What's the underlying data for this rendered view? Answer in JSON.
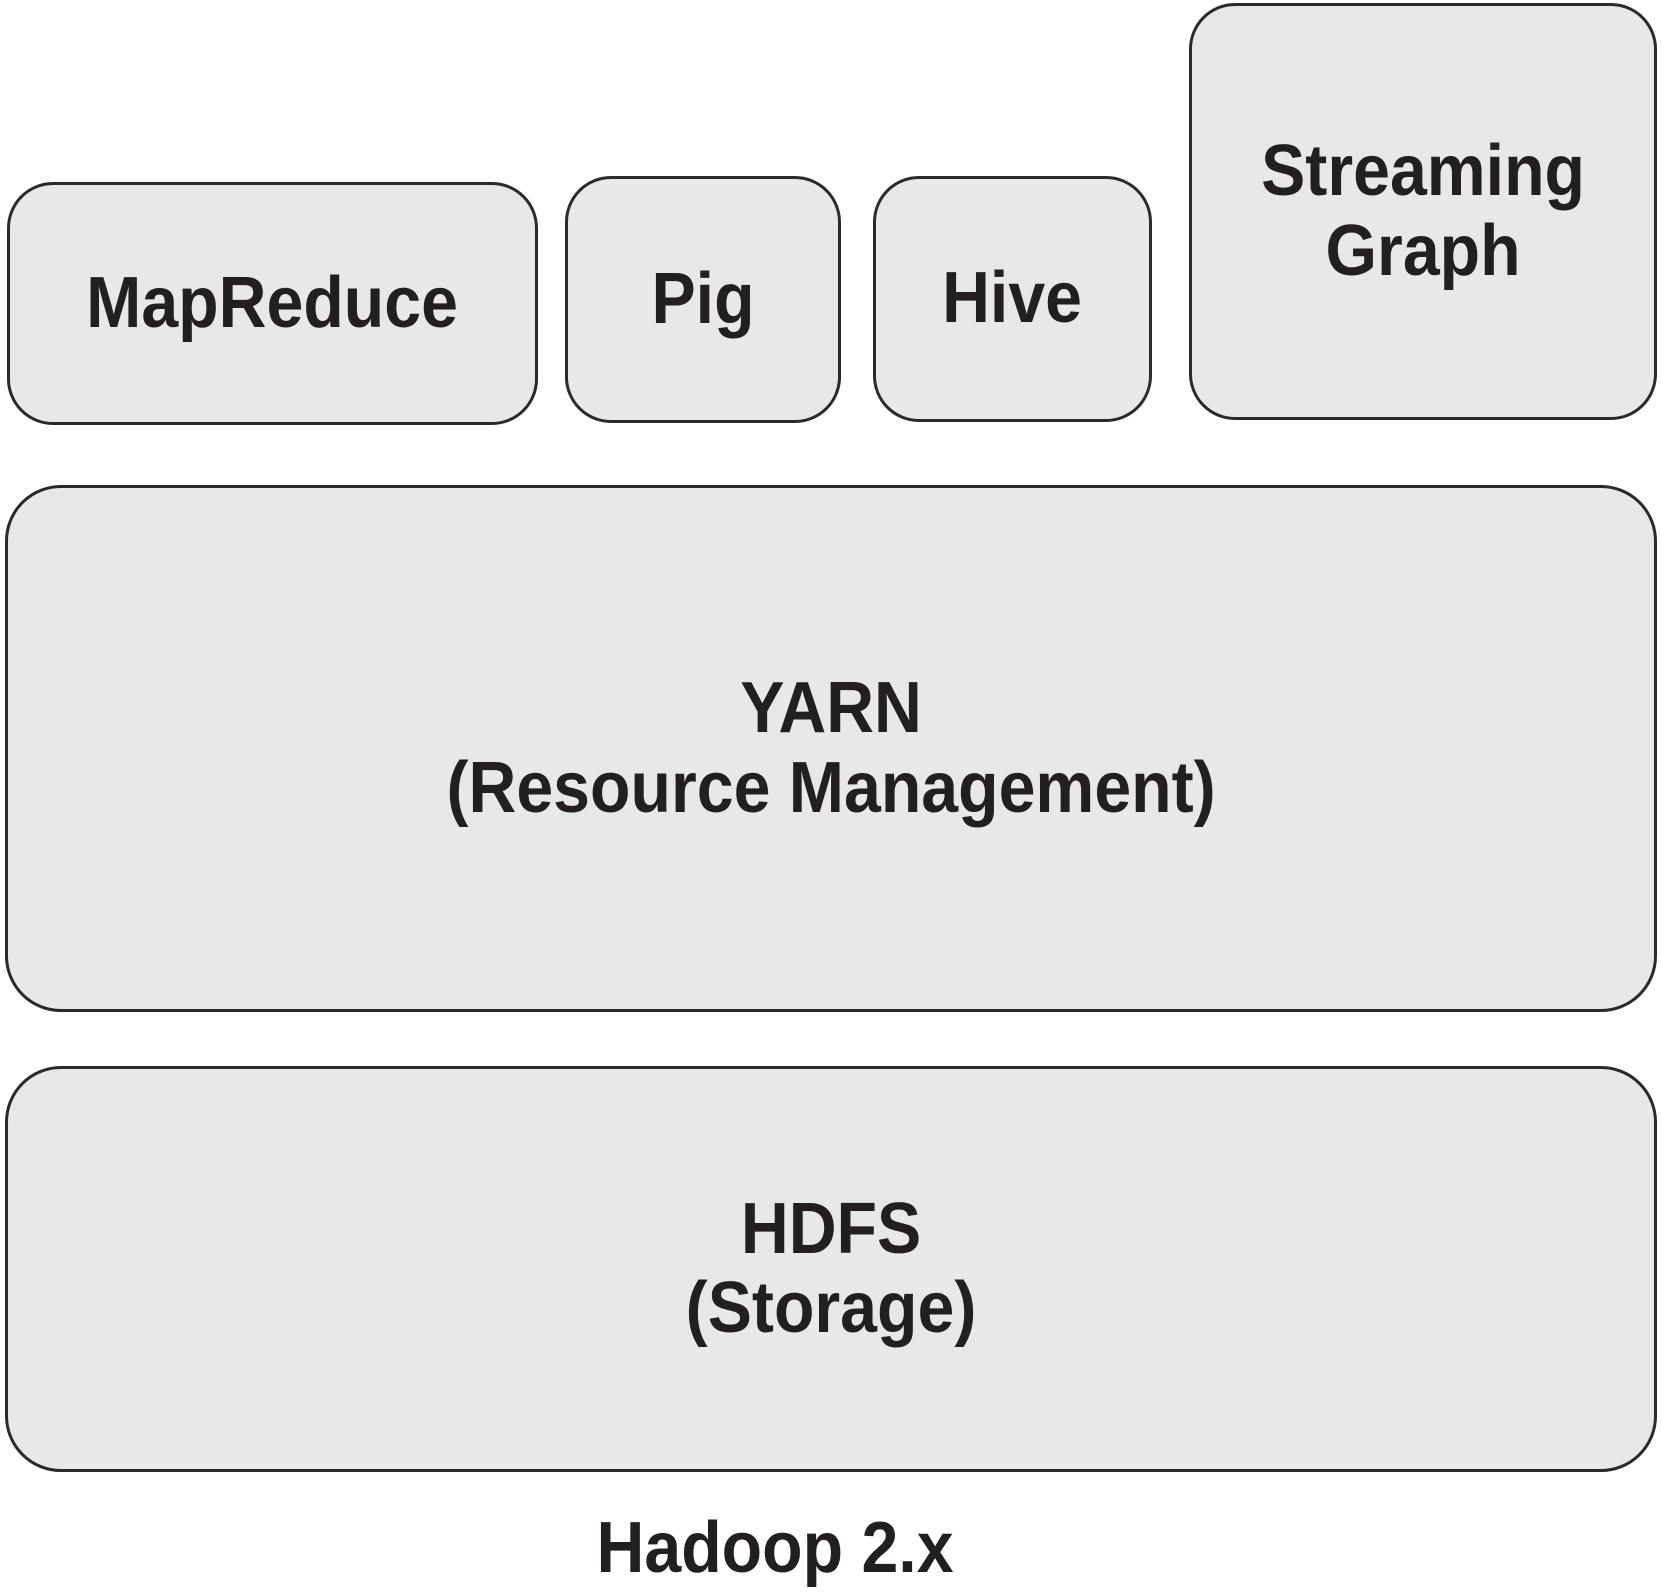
{
  "diagram": {
    "caption": "Hadoop 2.x",
    "colors": {
      "background": "#ffffff",
      "box_fill": "#e8e7e9",
      "box_border": "#2b292c",
      "text": "#231f20"
    },
    "boxes": {
      "mapreduce": {
        "label": "MapReduce"
      },
      "pig": {
        "label": "Pig"
      },
      "hive": {
        "label": "Hive"
      },
      "streaming_graph": {
        "line1": "Streaming",
        "line2": "Graph"
      },
      "yarn": {
        "line1": "YARN",
        "line2": "(Resource Management)"
      },
      "hdfs": {
        "line1": "HDFS",
        "line2": "(Storage)"
      }
    }
  }
}
